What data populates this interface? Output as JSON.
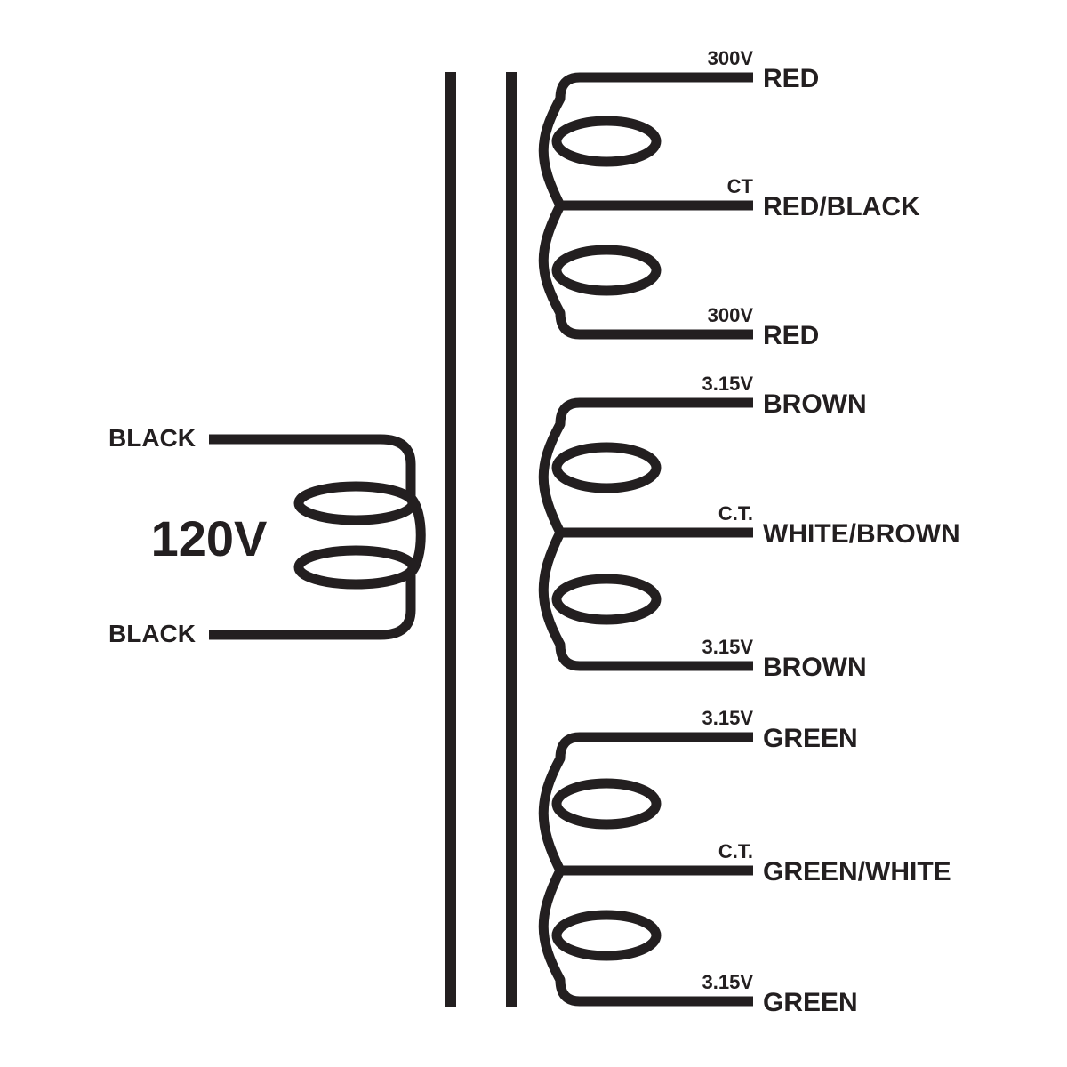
{
  "colors": {
    "ink": "#231f20",
    "background": "#ffffff"
  },
  "primary": {
    "voltage_label": "120V",
    "leads": [
      {
        "label": "BLACK"
      },
      {
        "label": "BLACK"
      }
    ]
  },
  "secondary_windings": [
    {
      "taps": [
        {
          "voltage": "300V",
          "wire": "RED"
        },
        {
          "voltage": "CT",
          "wire": "RED/BLACK"
        },
        {
          "voltage": "300V",
          "wire": "RED"
        }
      ]
    },
    {
      "taps": [
        {
          "voltage": "3.15V",
          "wire": "BROWN"
        },
        {
          "voltage": "C.T.",
          "wire": "WHITE/BROWN"
        },
        {
          "voltage": "3.15V",
          "wire": "BROWN"
        }
      ]
    },
    {
      "taps": [
        {
          "voltage": "3.15V",
          "wire": "GREEN"
        },
        {
          "voltage": "C.T.",
          "wire": "GREEN/WHITE"
        },
        {
          "voltage": "3.15V",
          "wire": "GREEN"
        }
      ]
    }
  ]
}
